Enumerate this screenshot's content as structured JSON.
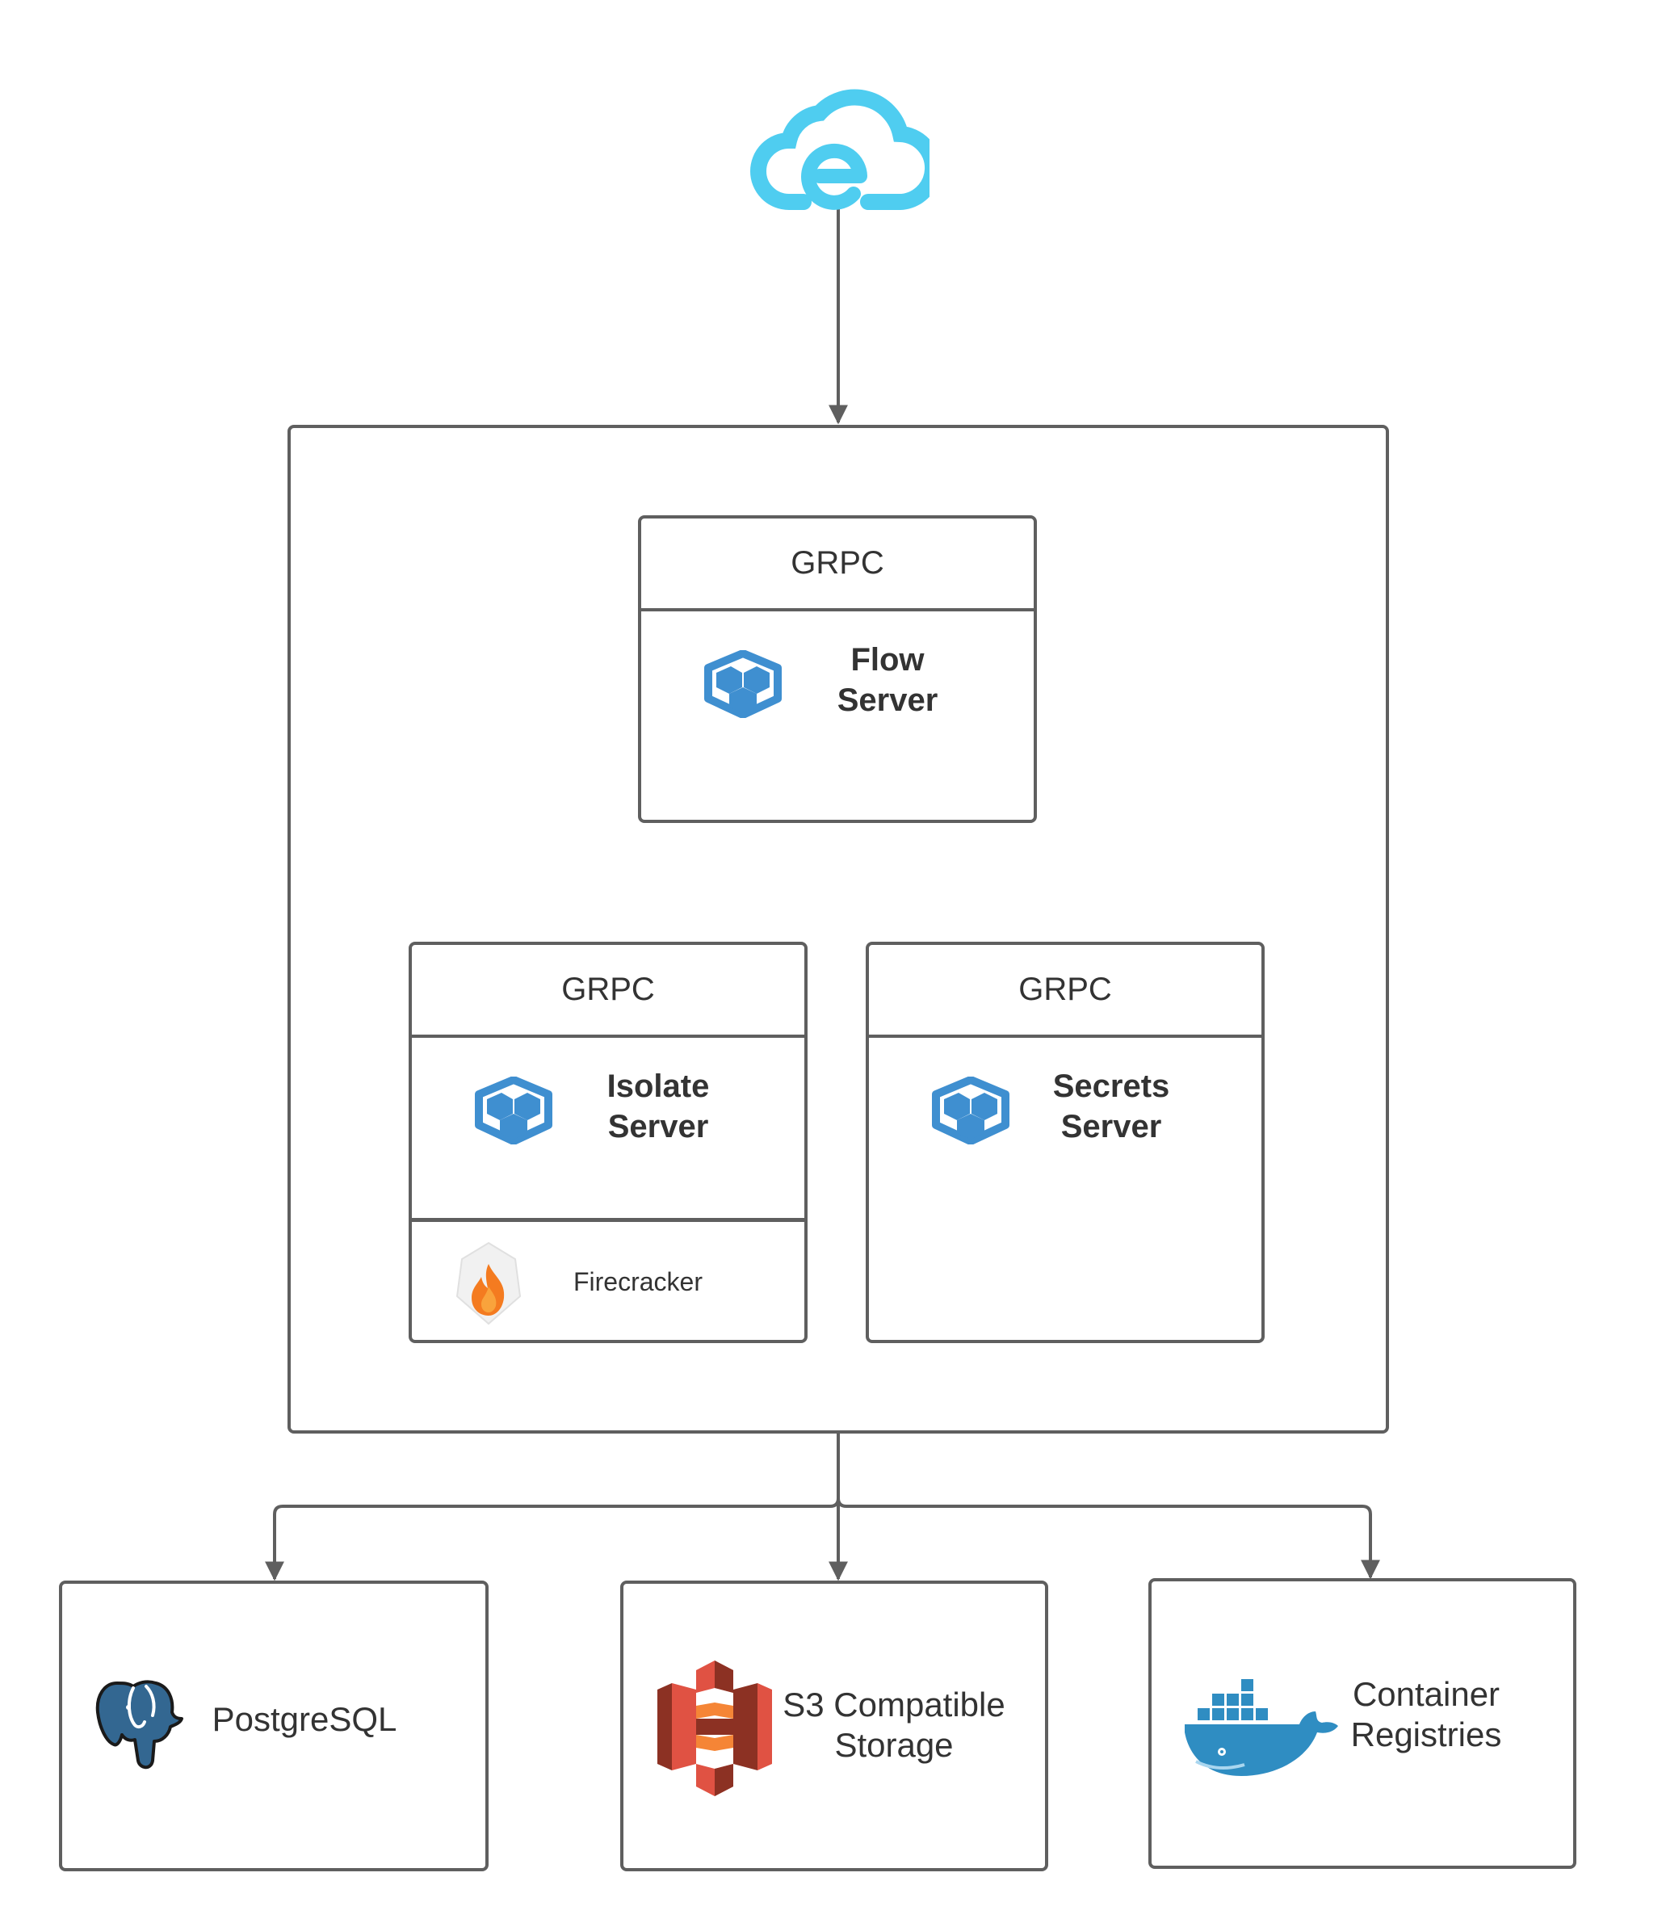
{
  "flow": {
    "header": "GRPC",
    "title": "Flow\nServer"
  },
  "isolate": {
    "header": "GRPC",
    "title": "Isolate\nServer",
    "sub": "Firecracker"
  },
  "secrets": {
    "header": "GRPC",
    "title": "Secrets\nServer"
  },
  "storage": [
    {
      "label": "PostgreSQL",
      "icon": "postgresql-elephant-icon"
    },
    {
      "label": "S3 Compatible\nStorage",
      "icon": "aws-s3-icon"
    },
    {
      "label": "Container\nRegistries",
      "icon": "docker-whale-icon"
    }
  ],
  "icons": {
    "top": "cloud-e-logo-icon",
    "server": "hexagon-cube-icon",
    "firecracker": "flame-icon"
  },
  "colors": {
    "line": "#5f5f5f",
    "cloud": "#4fcdf0",
    "hex": "#3f8fd0",
    "s3": "#e05243",
    "docker": "#2f8dc2",
    "postgres": "#336791",
    "flame": "#f47b20"
  }
}
